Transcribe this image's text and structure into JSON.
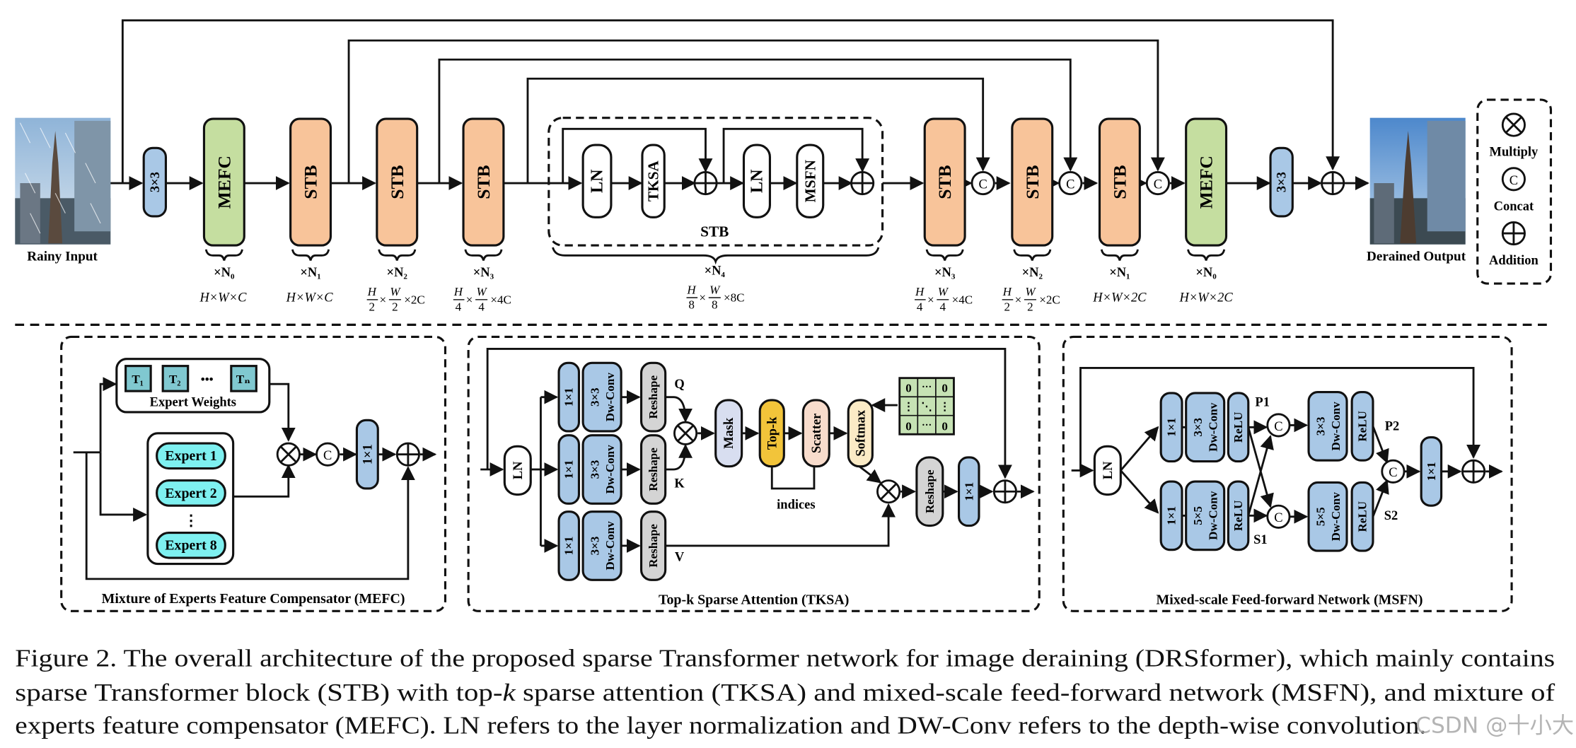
{
  "main": {
    "rainy_input": "Rainy Input",
    "derained_output": "Derained Output",
    "conv3": "3×3",
    "mefc": "MEFC",
    "stb": "STB",
    "ln": "LN",
    "tksa": "TKSA",
    "msfn": "MSFN",
    "stb_group_label": "STB",
    "concat_symbol": "C",
    "counts": {
      "n0": "×N₀",
      "n1": "×N₁",
      "n2": "×N₂",
      "n3": "×N₃",
      "n4": "×N₄"
    },
    "dims": {
      "hwc": "H×W×C",
      "half_a": "H",
      "half_b": "W",
      "half_den": "2",
      "half_tail": "×2C",
      "quarter_den": "4",
      "quarter_tail": "×4C",
      "eighth_den": "8",
      "eighth_tail": "×8C",
      "hw2c": "H×W×2C"
    }
  },
  "legend": {
    "multiply": "Multiply",
    "concat": "Concat",
    "addition": "Addition"
  },
  "mefc_panel": {
    "title": "Mixture of Experts Feature Compensator (MEFC)",
    "t1": "T₁",
    "t2": "T₂",
    "tn": "Tₙ",
    "ellipsis": "•••",
    "expert_weights": "Expert Weights",
    "expert1": "Expert 1",
    "expert2": "Expert 2",
    "expert8": "Expert 8",
    "vdots": "⋮",
    "conv1": "1×1"
  },
  "tksa_panel": {
    "title": "Top-k Sparse Attention (TKSA)",
    "ln": "LN",
    "conv1": "1×1",
    "conv3": "3×3",
    "dwconv": "Dw-Conv",
    "reshape": "Reshape",
    "q": "Q",
    "k": "K",
    "v": "V",
    "mask": "Mask",
    "topk": "Top-k",
    "scatter": "Scatter",
    "softmax": "Softmax",
    "indices": "indices",
    "matrix": [
      "0",
      "···",
      "0",
      "⋮",
      "⋱",
      "⋮",
      "0",
      "···",
      "0"
    ]
  },
  "msfn_panel": {
    "title": "Mixed-scale Feed-forward Network (MSFN)",
    "ln": "LN",
    "conv1": "1×1",
    "conv3": "3×3",
    "conv5": "5×5",
    "dwconv": "Dw-Conv",
    "relu": "ReLU",
    "p1": "P1",
    "p2": "P2",
    "s1": "S1",
    "s2": "S2"
  },
  "caption": {
    "line1": "Figure 2. The overall architecture of the proposed sparse Transformer network for image deraining (DRSformer), which mainly contains",
    "line2_a": "sparse Transformer block (STB) with top-",
    "line2_k": "k",
    "line2_b": " sparse attention (TKSA) and mixed-scale feed-forward network (MSFN), and mixture of",
    "line3": "experts feature compensator (MEFC). LN refers to the layer normalization and DW-Conv refers to the depth-wise convolution."
  },
  "watermark": "CSDN @十小大",
  "colors": {
    "green": "#c5dea0",
    "orange": "#f8c49a",
    "blue": "#a9c8e6",
    "cyan": "#7ef0f0",
    "teal": "#80c8d0",
    "lavender": "#d8def0",
    "gray": "#d4d4d4",
    "yellow": "#f2c43a",
    "pink": "#f8dccc",
    "cream": "#fbebc6",
    "matrix": "#c6e2b4"
  }
}
